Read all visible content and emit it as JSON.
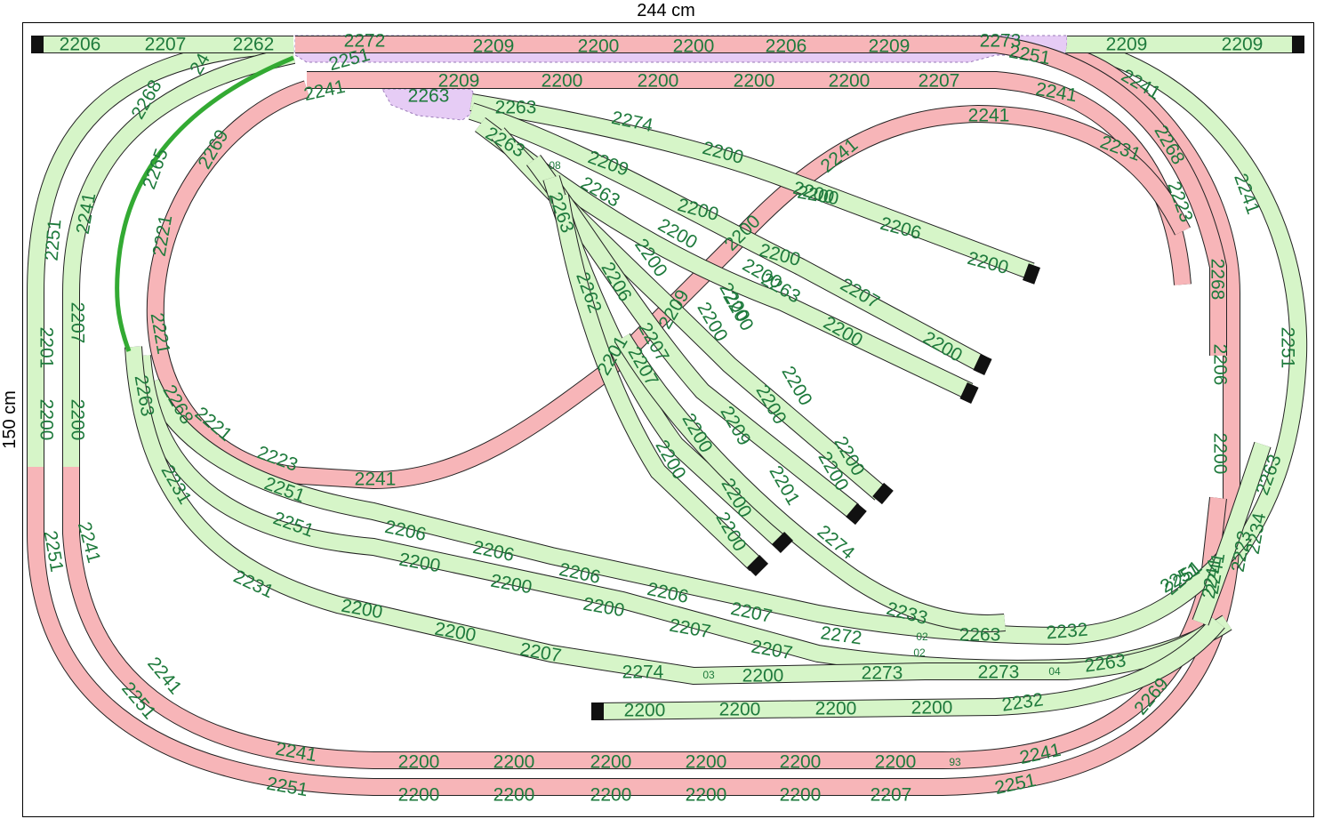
{
  "dimensions": {
    "width_label": "244 cm",
    "height_label": "150 cm"
  },
  "colors": {
    "green_track": "#d6f5c8",
    "red_track": "#f7b5b8",
    "turnout_region": "#e6ccf5",
    "label": "#1e7a3c",
    "highlight": "#33aa33",
    "outline": "#222222"
  },
  "labels": {
    "top_row": [
      "2206",
      "2207",
      "2262",
      "2272",
      "2209",
      "2200",
      "2200",
      "2206",
      "2209",
      "2273",
      "2209",
      "2209"
    ],
    "second_row": [
      "2251",
      "2251",
      "2241",
      "2209",
      "2200",
      "2200",
      "2200",
      "2200",
      "2207",
      "2241"
    ],
    "bottom_row_1": [
      "2241",
      "2200",
      "2200",
      "2200",
      "2200",
      "2200",
      "2200",
      "93",
      "2241"
    ],
    "bottom_row_2": [
      "2251",
      "2200",
      "2200",
      "2200",
      "2200",
      "2200",
      "2207",
      "2251"
    ],
    "left_side": [
      "2268",
      "24",
      "2251",
      "2241",
      "2201",
      "2207",
      "2200",
      "2200",
      "2251",
      "2241",
      "2241",
      "2251",
      "2269",
      "2221",
      "2221",
      "2263",
      "2268",
      "2231",
      "2231",
      "2221",
      "2223",
      "2241",
      "2251",
      "2251",
      "2265"
    ],
    "right_side": [
      "2241",
      "2231",
      "2268",
      "2241",
      "2223",
      "2268",
      "2251",
      "2206",
      "2200",
      "2263",
      "2251",
      "2223",
      "2241",
      "2269",
      "2234",
      "2241"
    ],
    "yard_lines": [
      "2263",
      "2263",
      "2274",
      "2200",
      "2241",
      "2200",
      "2263",
      "2209",
      "2200",
      "2200",
      "08",
      "2263",
      "2206",
      "2200",
      "2200",
      "2263",
      "2263",
      "2200",
      "2200",
      "2207",
      "2200",
      "2200",
      "2262",
      "2209",
      "2200",
      "2200",
      "2206",
      "2207",
      "2200",
      "2201",
      "2207",
      "2200",
      "2200",
      "2209",
      "2200",
      "2200",
      "2200",
      "2200",
      "2201",
      "2200",
      "2200",
      "2200",
      "2274",
      "2233",
      "2251",
      "2241",
      "2200"
    ],
    "middle_rows": [
      "2206",
      "2206",
      "2206",
      "2206",
      "2207",
      "2272",
      "02",
      "2263",
      "2232",
      "2200",
      "2200",
      "2200",
      "2207",
      "2207",
      "02",
      "2273",
      "04",
      "2263",
      "2200",
      "2200",
      "2207",
      "2274",
      "03",
      "2200",
      "2273",
      "2200",
      "2200",
      "2200",
      "2200",
      "2232"
    ]
  }
}
